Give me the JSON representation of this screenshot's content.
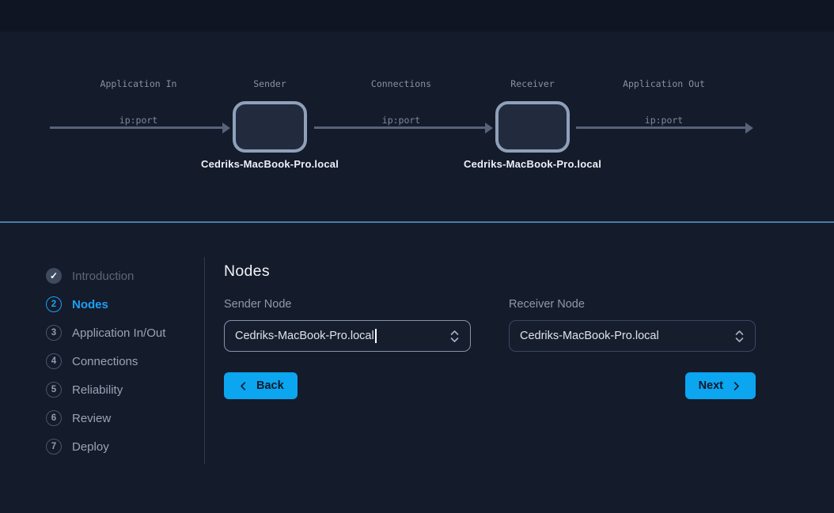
{
  "colors": {
    "page_bg": "#141b2b",
    "top_band_bg": "#101524",
    "section_divider": "#4a7ca8",
    "accent_blue": "#0ba5f0",
    "active_step_blue": "#1ea0f2",
    "node_box_border": "#8fa0ba",
    "node_box_fill": "#222b3d",
    "arrow": "#56637a"
  },
  "diagram": {
    "stage_labels": [
      "Application In",
      "Sender",
      "Connections",
      "Receiver",
      "Application Out"
    ],
    "arrow_labels": [
      "ip:port",
      "ip:port",
      "ip:port"
    ],
    "sender_node_name": "Cedriks-MacBook-Pro.local",
    "receiver_node_name": "Cedriks-MacBook-Pro.local"
  },
  "wizard": {
    "steps": [
      {
        "marker": "✓",
        "label": "Introduction",
        "state": "completed"
      },
      {
        "marker": "2",
        "label": "Nodes",
        "state": "active"
      },
      {
        "marker": "3",
        "label": "Application In/Out",
        "state": "upcoming"
      },
      {
        "marker": "4",
        "label": "Connections",
        "state": "upcoming"
      },
      {
        "marker": "5",
        "label": "Reliability",
        "state": "upcoming"
      },
      {
        "marker": "6",
        "label": "Review",
        "state": "upcoming"
      },
      {
        "marker": "7",
        "label": "Deploy",
        "state": "upcoming"
      }
    ],
    "panel": {
      "title": "Nodes",
      "sender_field": {
        "label": "Sender Node",
        "value": "Cedriks-MacBook-Pro.local",
        "focused": true
      },
      "receiver_field": {
        "label": "Receiver Node",
        "value": "Cedriks-MacBook-Pro.local",
        "focused": false
      },
      "back_button": "Back",
      "next_button": "Next"
    }
  }
}
